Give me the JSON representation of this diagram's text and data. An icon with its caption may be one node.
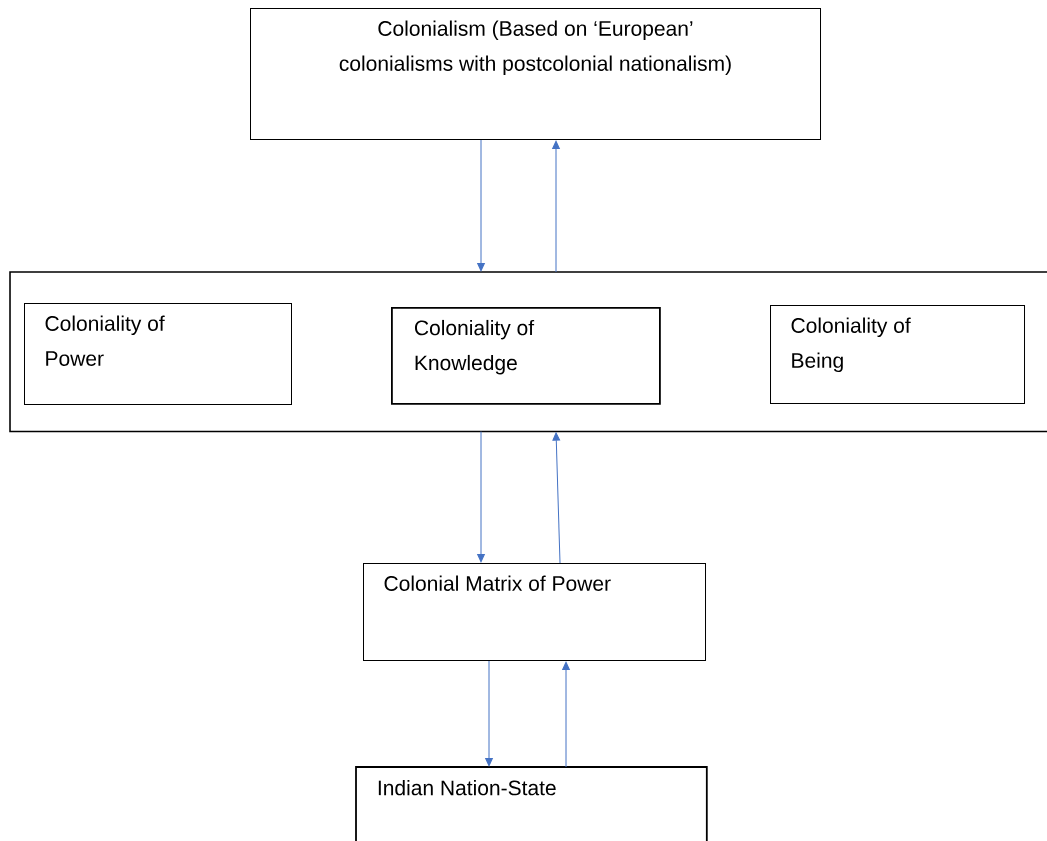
{
  "diagram": {
    "nodes": [
      {
        "text": [
          "Colonialism (Based on ‘European’ colonialisms with postcolonial nationalism)"
        ]
      },
      {
        "text": [],
        "shape": "box"
      },
      {
        "text": [
          "Coloniality of Power"
        ],
        "in": 1
      },
      {
        "text": [
          "Coloniality of Knowledge"
        ],
        "in": 1
      },
      {
        "text": [
          "Coloniality of Being"
        ],
        "in": 1
      },
      {
        "text": [
          "Colonial Matrix of Power"
        ]
      },
      {
        "text": [
          "Indian Nation-State"
        ]
      }
    ],
    "edges": [
      {
        "from": 0,
        "to": 1,
        "arrow": "to"
      },
      {
        "from": 1,
        "to": 0,
        "arrow": "to"
      },
      {
        "from": 1,
        "to": 5,
        "arrow": "to"
      },
      {
        "from": 5,
        "to": 1,
        "arrow": "to"
      },
      {
        "from": 5,
        "to": 6,
        "arrow": "to"
      },
      {
        "from": 6,
        "to": 5,
        "arrow": "to"
      }
    ]
  }
}
